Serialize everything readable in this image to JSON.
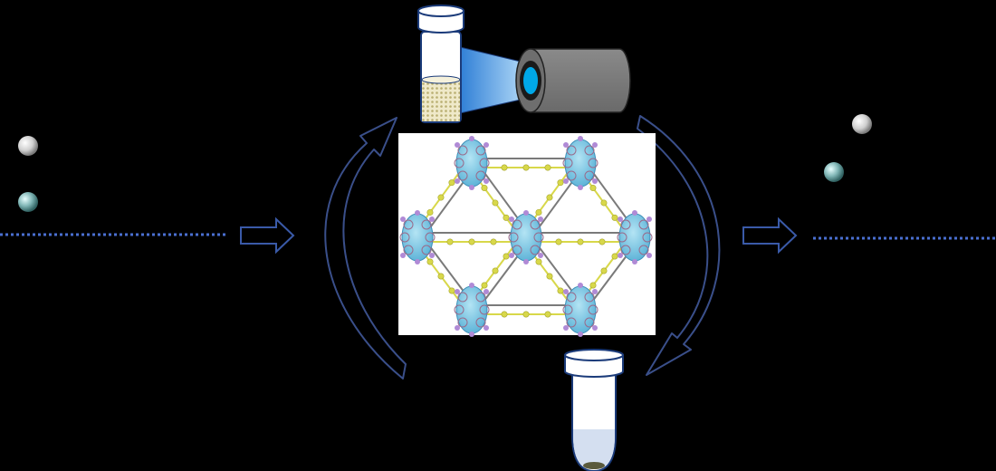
{
  "diagram": {
    "background_color": "#000000",
    "dotted_line_color": "#4a6fd1",
    "arrow_outline_color": "#3a4f8a",
    "ball_colors": {
      "white": "#d8d8d8",
      "teal": "#7fb5b5"
    },
    "vial": {
      "fill_color": "#e2d9a8",
      "cap_color": "#ffffff"
    },
    "camera": {
      "body_color": "#7f7f7f",
      "lens_color": "#00a8e8",
      "beam_color": "#4aa6e6"
    },
    "tube": {
      "liquid_color": "#d4dff0",
      "pellet_color": "#5a5a3c"
    },
    "framework": {
      "background": "#ffffff",
      "cluster_color": "#7ec8e3",
      "linker_color": "#d8d84a",
      "node_color": "#b08ad6",
      "bond_color": "#7a7a7a",
      "nodes": [
        "N1",
        "N2",
        "N3",
        "N4",
        "N5",
        "N6",
        "N7"
      ]
    },
    "icons": [
      "vial-icon",
      "camera-icon",
      "centrifuge-tube-icon",
      "cycle-arrow-icon",
      "right-arrow-icon"
    ]
  }
}
